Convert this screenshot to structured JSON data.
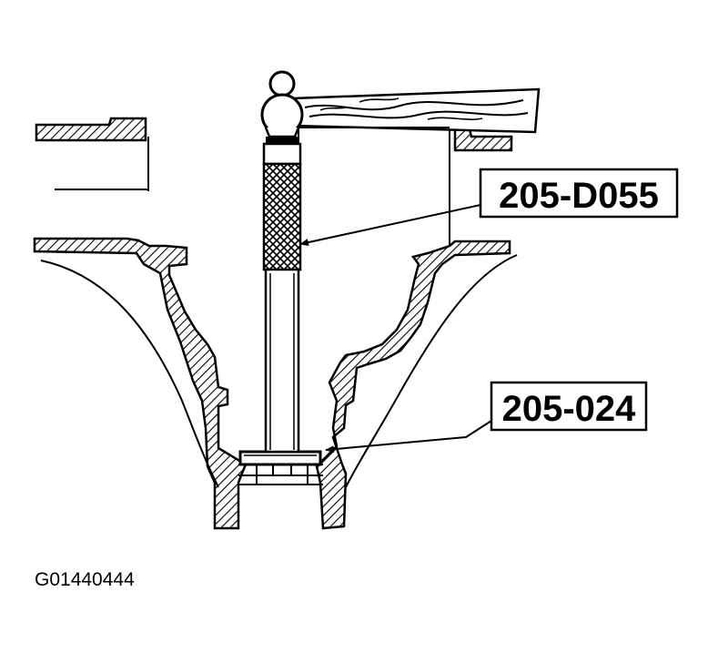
{
  "diagram": {
    "callouts": [
      {
        "label": "205-D055"
      },
      {
        "label": "205-024"
      }
    ],
    "figure_id": "G01440444"
  }
}
